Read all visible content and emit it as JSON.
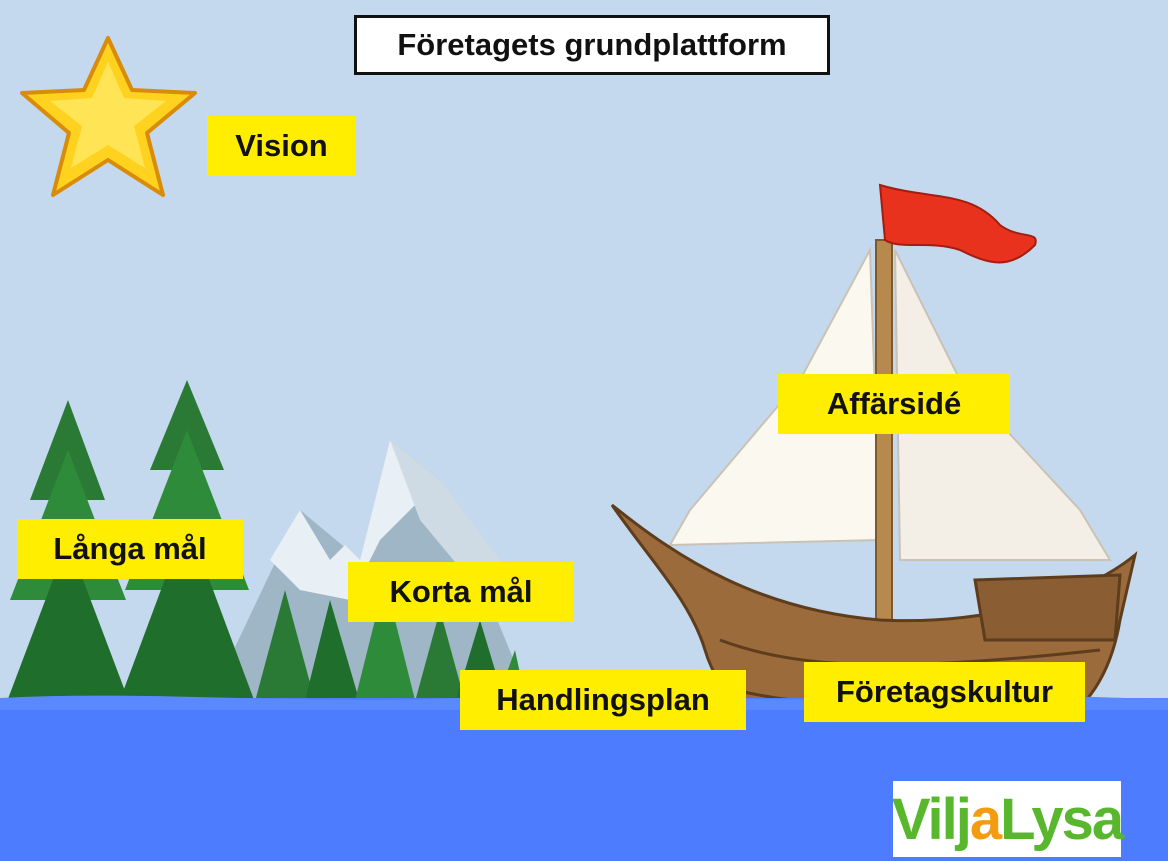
{
  "title": "Företagets grundplattform",
  "labels": {
    "vision": "Vision",
    "affarside": "Affärsidé",
    "langa_mal": "Långa mål",
    "korta_mal": "Korta mål",
    "handlingsplan": "Handlingsplan",
    "foretagskultur": "Företagskultur"
  },
  "logo": {
    "part1": "Vilj",
    "part2": "a",
    "part3": "Lysa"
  },
  "colors": {
    "sky": "#c5d9ee",
    "water": "#4d7cff",
    "label_bg": "#ffee00",
    "flag": "#e8321d",
    "hull": "#9b6b3c",
    "tree": "#2e8b3a",
    "star": "#ffd21f"
  },
  "icons": [
    "star-icon",
    "tree-icon",
    "mountain-icon",
    "sailboat-icon",
    "flag-icon"
  ]
}
